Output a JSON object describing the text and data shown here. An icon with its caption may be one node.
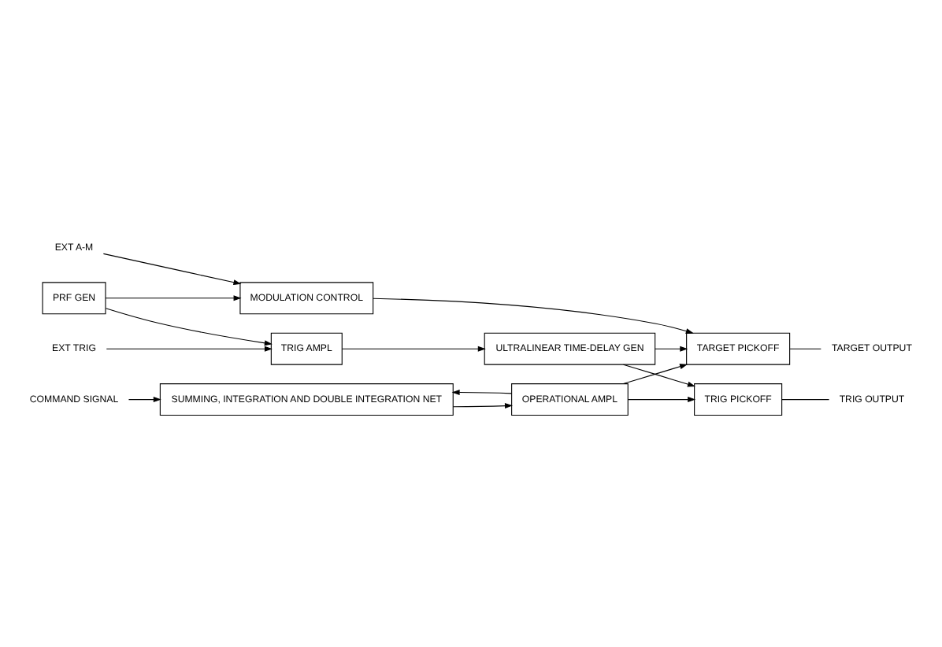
{
  "diagram": {
    "nodes": [
      {
        "text": [
          "EXT TRIG"
        ]
      },
      {
        "text": [
          "PRF GEN"
        ]
      },
      {
        "text": [
          "TRIG AMPL"
        ]
      },
      {
        "text": [
          "ULTRALINEAR TIME-DELAY GEN"
        ]
      },
      {
        "text": [
          "EXT A-M"
        ]
      },
      {
        "text": [
          "MODULATION CONTROL"
        ]
      },
      {
        "text": [
          "TARGET PICKOFF"
        ]
      },
      {
        "text": [
          "TARGET OUTPUT"
        ]
      },
      {
        "text": [
          "OPERATIONAL AMPL"
        ]
      },
      {
        "text": [
          "COMMAND SIGNAL"
        ]
      },
      {
        "text": [
          "SUMMING, INTEGRATION AND DOUBLE INTEGRATION NET"
        ]
      },
      {
        "text": [
          "TRIG PICKOFF"
        ]
      },
      {
        "text": [
          "TRIG OUTPUT"
        ]
      }
    ],
    "edges": [
      {
        "from": 0,
        "to": 2,
        "arrow": "to"
      },
      {
        "from": 1,
        "to": 2,
        "arrow": "to"
      },
      {
        "from": 2,
        "to": 3,
        "arrow": "to"
      },
      {
        "from": 1,
        "to": 5,
        "arrow": "to"
      },
      {
        "from": 4,
        "to": 5,
        "arrow": "to"
      },
      {
        "from": 3,
        "to": 6,
        "arrow": "to"
      },
      {
        "from": 3,
        "to": 11,
        "arrow": "to"
      },
      {
        "from": 5,
        "to": 6,
        "arrow": "to"
      },
      {
        "from": 8,
        "to": 6,
        "arrow": "to"
      },
      {
        "from": 8,
        "to": 11,
        "arrow": "to"
      },
      {
        "from": 8,
        "to": 10,
        "arrow": "to"
      },
      {
        "from": 10,
        "to": 8,
        "arrow": "to"
      },
      {
        "from": 9,
        "to": 10,
        "arrow": "to"
      },
      {
        "from": 6,
        "to": 7,
        "arrow": "none"
      },
      {
        "from": 11,
        "to": 12,
        "arrow": "none"
      }
    ]
  }
}
